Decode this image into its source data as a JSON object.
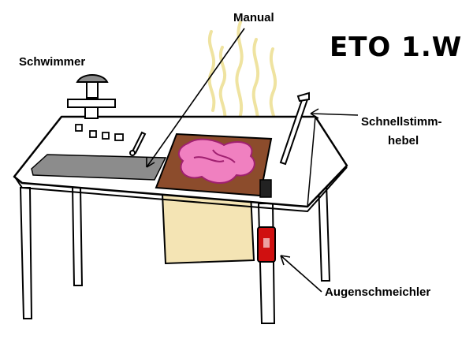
{
  "title": "ETO 1.W",
  "labels": {
    "float": "Schwimmer",
    "manual": "Manual",
    "lever_line1": "Schnellstimm-",
    "lever_line2": "hebel",
    "flatterer": "Augenschmeichler"
  },
  "colors": {
    "meat": "#f080c0",
    "tray": "#8c4c2c",
    "sink": "#8c8c8c",
    "box": "#f4e4b4",
    "steam": "#efe3a0",
    "red_part": "#d01010"
  }
}
